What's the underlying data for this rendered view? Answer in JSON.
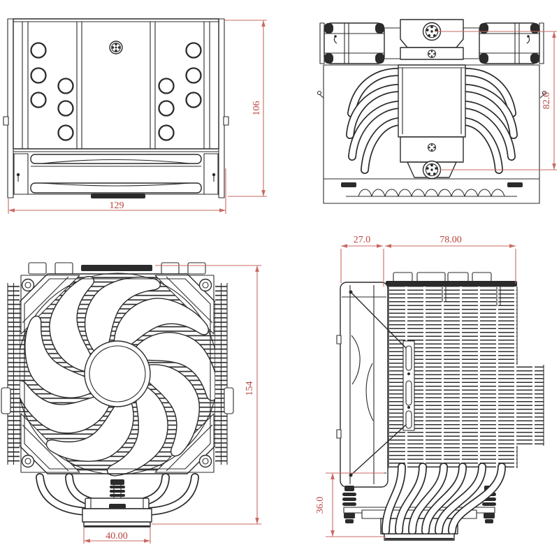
{
  "drawing": {
    "type": "cpu-cooler-orthographic-views",
    "background": "#ffffff",
    "colors": {
      "line": "#2b2b2b",
      "dimension_line": "#c96a63",
      "dimension_text": "#b8453e"
    },
    "views": {
      "top_left": {
        "name": "cooler-top-view",
        "width": "129",
        "height": "106"
      },
      "top_right": {
        "name": "cooler-bottom-view",
        "hole_pitch": "82.0"
      },
      "bottom_left": {
        "name": "cooler-front-fan-view",
        "height": "154",
        "base_width": "40.00"
      },
      "bottom_right": {
        "name": "cooler-side-view",
        "fan_depth": "27.0",
        "fin_depth": "78.00",
        "base_height": "36.0"
      }
    }
  }
}
